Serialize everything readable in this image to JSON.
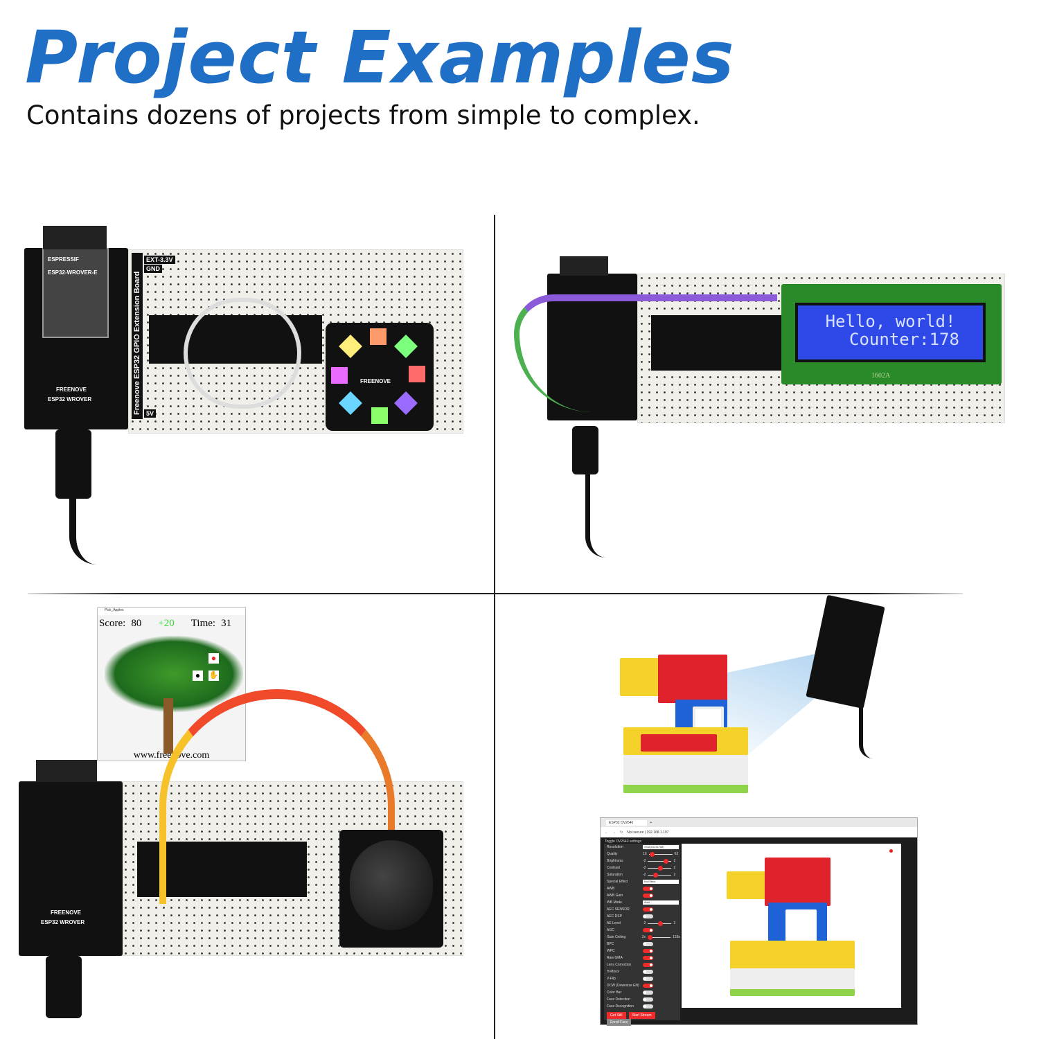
{
  "header": {
    "title": "Project Examples",
    "subtitle": "Contains dozens of projects from simple to complex."
  },
  "hardware": {
    "module_brand": "ESPRESSIF",
    "module_model": "ESP32-WROVER-E",
    "board_brand": "FREENOVE",
    "board_model": "ESP32 WROVER",
    "ext_board": "Freenove ESP32 GPIO Extension Board",
    "ext_33v": "EXT-3.3V",
    "gnd": "GND",
    "v5": "5V",
    "led_brand": "FREENOVE"
  },
  "lcd": {
    "line1": "Hello, world!",
    "line2": "Counter:178",
    "model": "1602A"
  },
  "game": {
    "window_title": "Pick_Apples",
    "score_label": "Score:",
    "score": "80",
    "bonus": "+20",
    "time_label": "Time:",
    "time": "31",
    "website": "www.freenove.com"
  },
  "camera_ui": {
    "tab": "ESP32 OV2640",
    "address": "Not secure | 192.168.1.197",
    "toggle_label": "Toggle OV2640 settings",
    "settings": [
      {
        "name": "Resolution",
        "type": "select",
        "value": "XGA(1024x768)"
      },
      {
        "name": "Quality",
        "type": "slider",
        "min": "10",
        "max": "63",
        "level": 0.05
      },
      {
        "name": "Brightness",
        "type": "slider",
        "min": "-2",
        "max": "2",
        "level": 0.75
      },
      {
        "name": "Contrast",
        "type": "slider",
        "min": "-2",
        "max": "2",
        "level": 0.5
      },
      {
        "name": "Saturation",
        "type": "slider",
        "min": "-2",
        "max": "2",
        "level": 0.25
      },
      {
        "name": "Special Effect",
        "type": "select",
        "value": "No Effect"
      },
      {
        "name": "AWB",
        "type": "toggle",
        "on": true
      },
      {
        "name": "AWB Gain",
        "type": "toggle",
        "on": true
      },
      {
        "name": "WB Mode",
        "type": "select",
        "value": "Auto"
      },
      {
        "name": "AEC SENSOR",
        "type": "toggle",
        "on": true
      },
      {
        "name": "AEC DSP",
        "type": "toggle",
        "on": false
      },
      {
        "name": "AE Level",
        "type": "slider",
        "min": "-2",
        "max": "2",
        "level": 0.5
      },
      {
        "name": "AGC",
        "type": "toggle",
        "on": true
      },
      {
        "name": "Gain Ceiling",
        "type": "slider",
        "min": "2x",
        "max": "128x",
        "level": 0.0
      },
      {
        "name": "BPC",
        "type": "toggle",
        "on": false
      },
      {
        "name": "WPC",
        "type": "toggle",
        "on": true
      },
      {
        "name": "Raw GMA",
        "type": "toggle",
        "on": true
      },
      {
        "name": "Lens Correction",
        "type": "toggle",
        "on": true
      },
      {
        "name": "H-Mirror",
        "type": "toggle",
        "on": false
      },
      {
        "name": "V-Flip",
        "type": "toggle",
        "on": false
      },
      {
        "name": "DCW (Downsize EN)",
        "type": "toggle",
        "on": true
      },
      {
        "name": "Color Bar",
        "type": "toggle",
        "on": false
      },
      {
        "name": "Face Detection",
        "type": "toggle",
        "on": false
      },
      {
        "name": "Face Recognition",
        "type": "toggle",
        "on": false
      }
    ],
    "buttons": [
      "Get Still",
      "Start Stream",
      "Enroll Face"
    ]
  },
  "colors": {
    "title": "#1f6fc6",
    "accent_red": "#ef2b2b",
    "lcd_blue": "#2f49e8"
  }
}
